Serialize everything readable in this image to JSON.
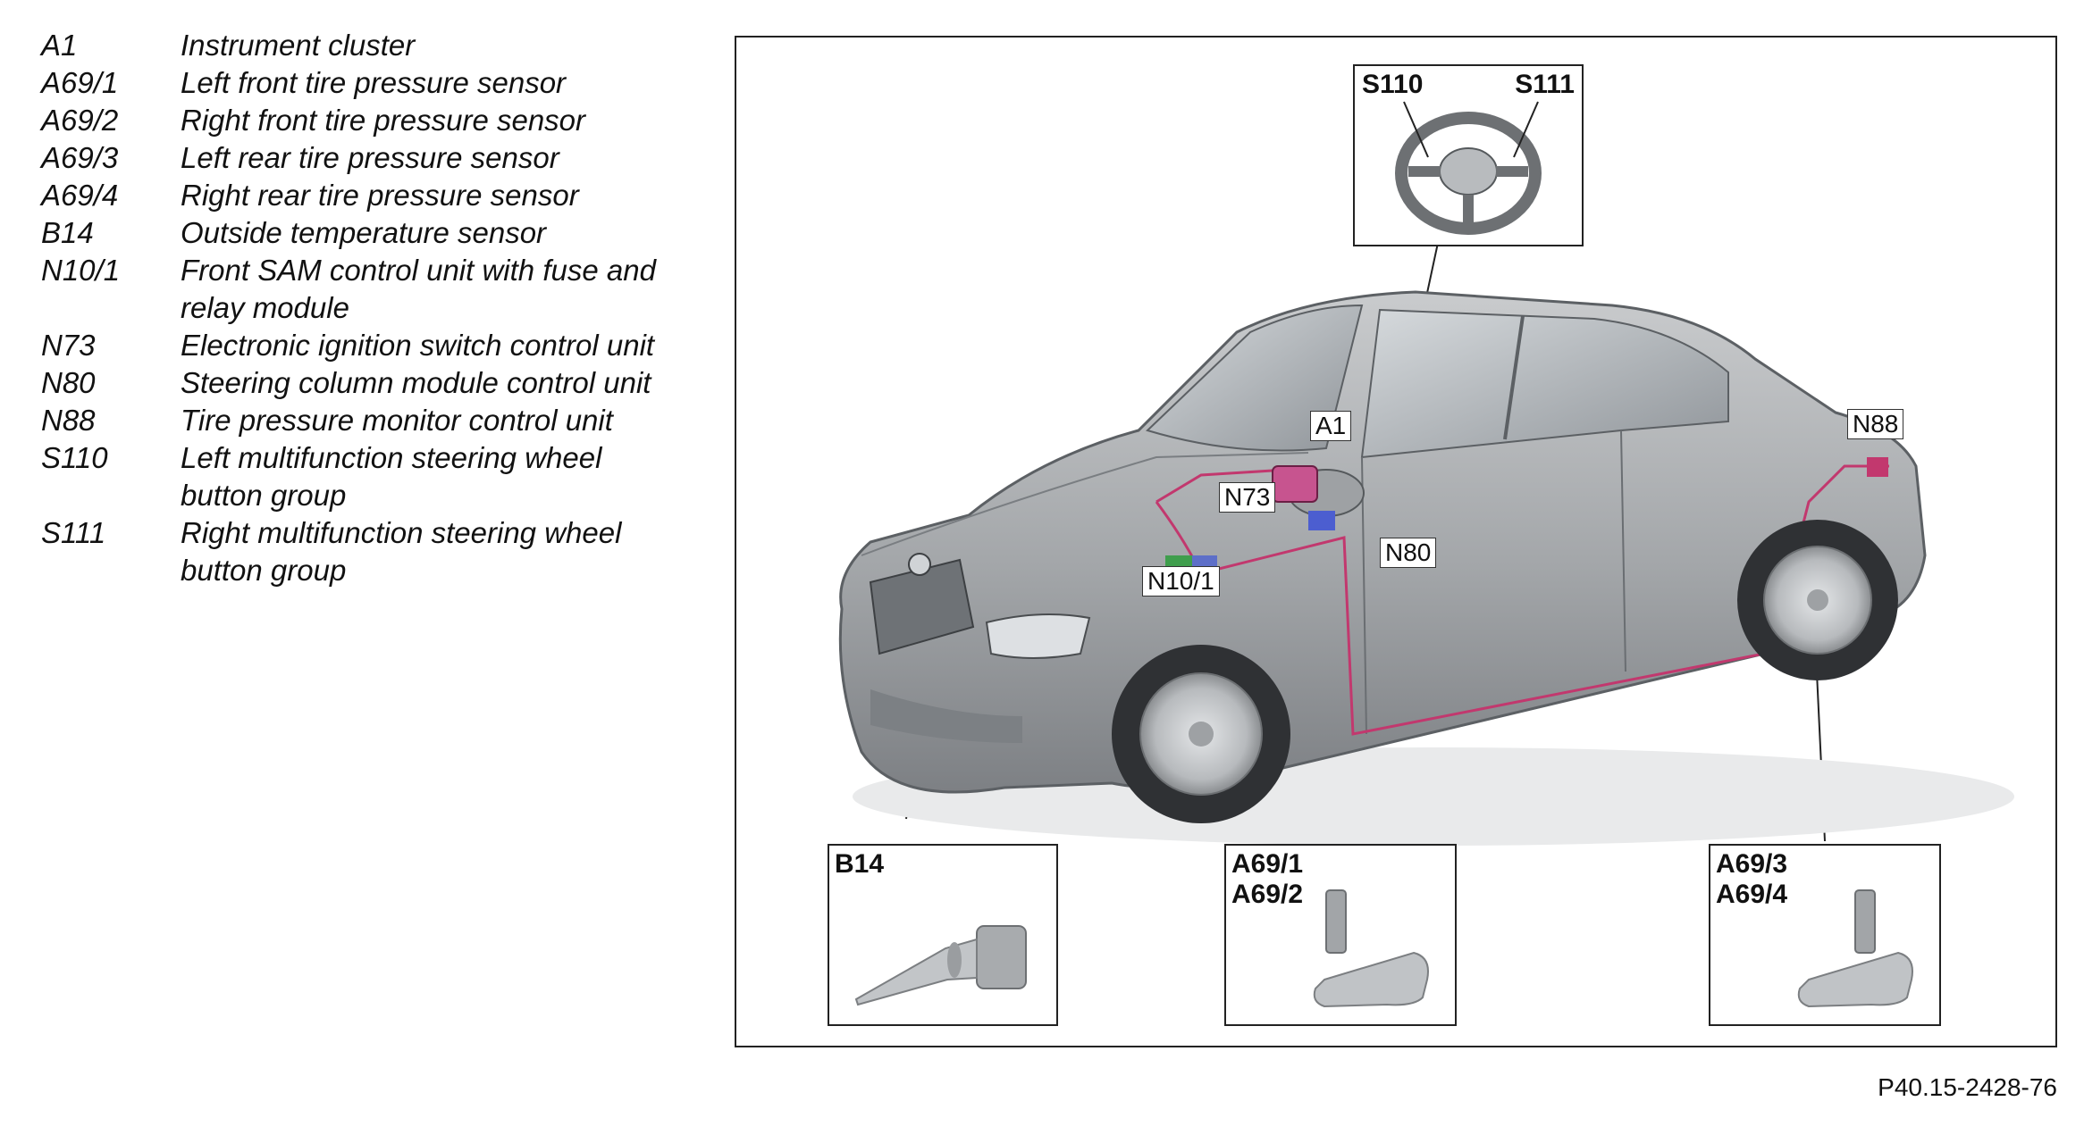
{
  "legend": [
    {
      "code": "A1",
      "desc": "Instrument cluster"
    },
    {
      "code": "A69/1",
      "desc": "Left front tire pressure sensor"
    },
    {
      "code": "A69/2",
      "desc": "Right front tire pressure sensor"
    },
    {
      "code": "A69/3",
      "desc": "Left rear tire pressure sensor"
    },
    {
      "code": "A69/4",
      "desc": "Right rear tire pressure sensor"
    },
    {
      "code": "B14",
      "desc": "Outside temperature sensor"
    },
    {
      "code": "N10/1",
      "desc": "Front SAM control unit with fuse and relay module"
    },
    {
      "code": "N73",
      "desc": "Electronic ignition switch control unit"
    },
    {
      "code": "N80",
      "desc": "Steering column module control unit"
    },
    {
      "code": "N88",
      "desc": "Tire pressure monitor control unit"
    },
    {
      "code": "S110",
      "desc": "Left multifunction steering wheel button group"
    },
    {
      "code": "S111",
      "desc": "Right multifunction steering wheel button group"
    }
  ],
  "callouts": {
    "steering": {
      "left": "S110",
      "right": "S111"
    },
    "b14": "B14",
    "front_sensors": [
      "A69/1",
      "A69/2"
    ],
    "rear_sensors": [
      "A69/3",
      "A69/4"
    ]
  },
  "tags": {
    "a1": "A1",
    "n73": "N73",
    "n80": "N80",
    "n10": "N10/1",
    "n88": "N88"
  },
  "figure_id": "P40.15-2428-76",
  "colors": {
    "car_body": "#a7a9ab",
    "wiring": "#c2386e",
    "frame": "#222222"
  }
}
